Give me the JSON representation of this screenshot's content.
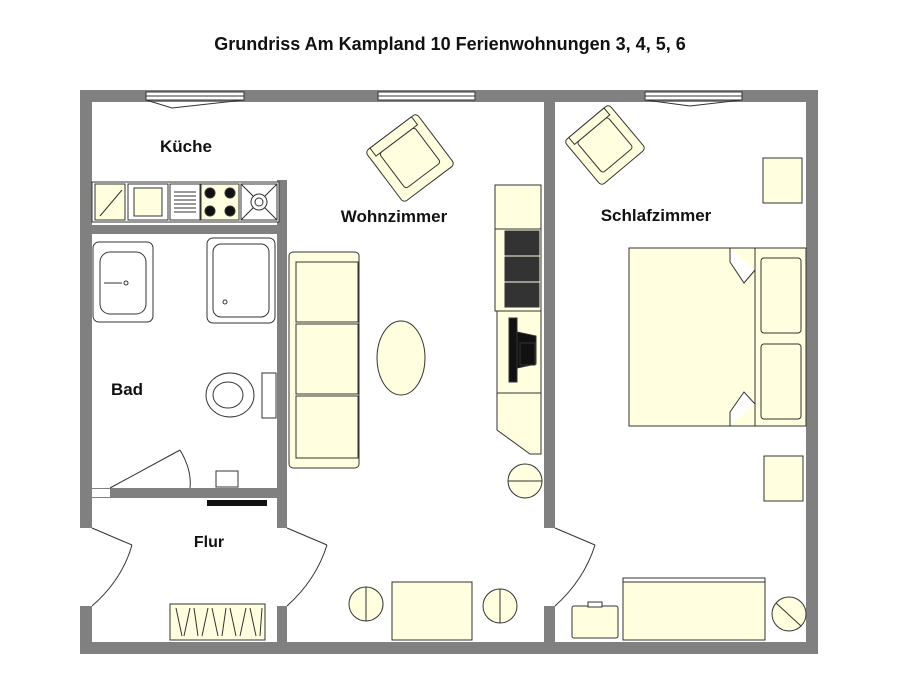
{
  "title": "Grundriss Am Kampland 10 Ferienwohnungen 3, 4, 5, 6",
  "rooms": {
    "kueche": "Küche",
    "wohnzimmer": "Wohnzimmer",
    "schlafzimmer": "Schlafzimmer",
    "bad": "Bad",
    "flur": "Flur"
  },
  "colors": {
    "wall": "#808080",
    "furniture_fill": "#ffffe0",
    "outline": "#333333",
    "dark_fill": "#333333"
  },
  "icons": [
    "sofa-icon",
    "armchair-icon",
    "bed-icon",
    "tv-icon",
    "stove-icon",
    "sink-icon",
    "toilet-icon",
    "shower-icon",
    "table-icon",
    "chair-icon",
    "door-icon",
    "window-icon",
    "wardrobe-icon"
  ]
}
